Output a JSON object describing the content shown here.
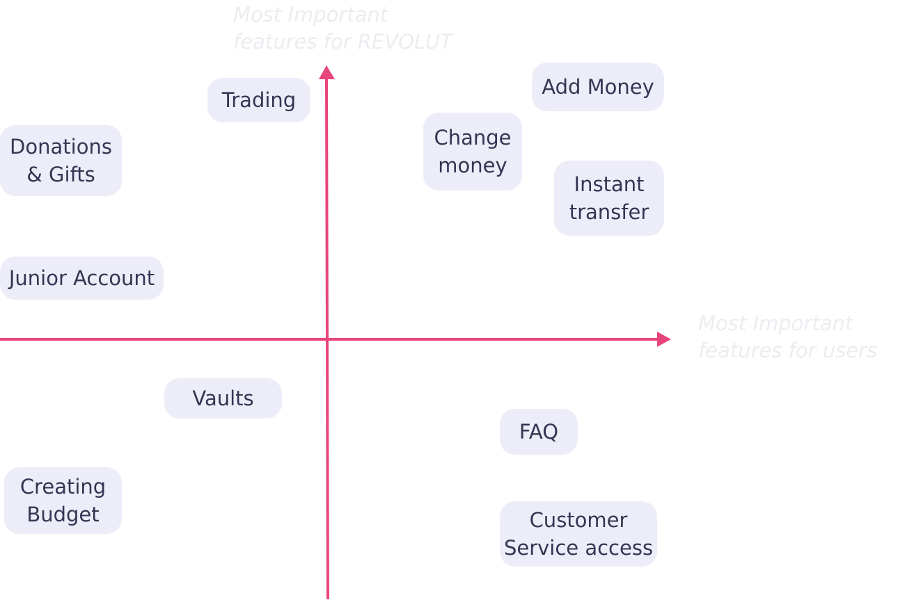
{
  "diagram": {
    "y_axis_label": "Most Important\nfeatures for REVOLUT",
    "x_axis_label": "Most Important\nfeatures for users",
    "axis_color": "#e8457a",
    "card_color": "#ededf9",
    "text_color": "#363553",
    "items": {
      "trading": "Trading",
      "add_money": "Add Money",
      "change_money": "Change\nmoney",
      "instant_transfer": "Instant\ntransfer",
      "donations_gifts": "Donations\n& Gifts",
      "junior_account": "Junior Account",
      "vaults": "Vaults",
      "faq": "FAQ",
      "creating_budget": "Creating\nBudget",
      "customer_service": "Customer\nService access"
    }
  }
}
